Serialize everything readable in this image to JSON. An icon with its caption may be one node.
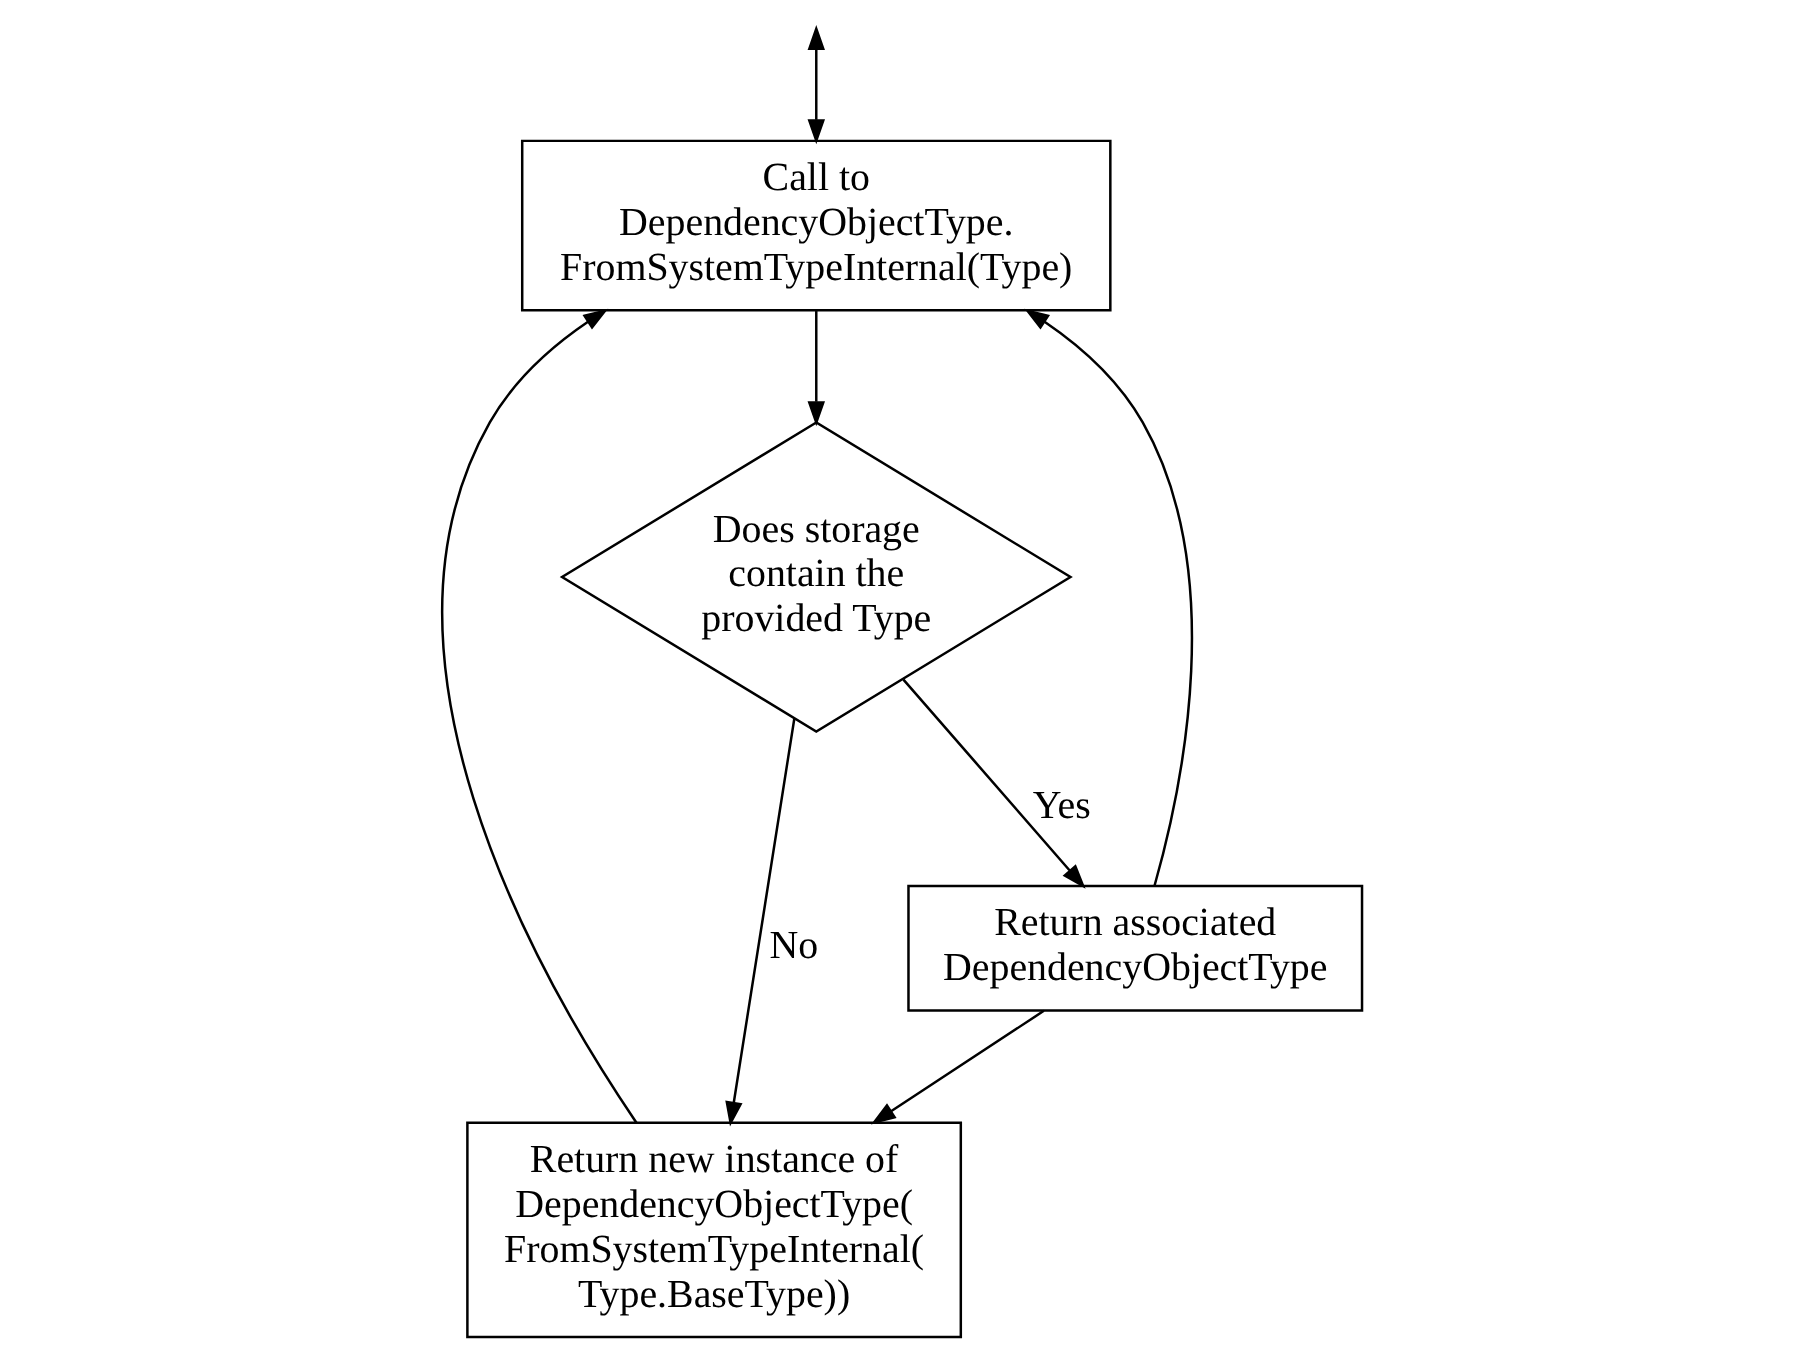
{
  "diagram": {
    "nodes": [
      {
        "text": [
          "Call to DependencyObjectType. FromSystemTypeInternal(Type)"
        ]
      },
      {
        "text": [
          "Does storage contain the provided Type"
        ]
      },
      {
        "text": [
          "Return new instance of DependencyObjectType( FromSystemTypeInternal( Type.BaseType))"
        ]
      },
      {
        "text": [
          "Return associated DependencyObjectType"
        ]
      }
    ],
    "edges": [
      {
        "from": null,
        "to": 0,
        "arrow": "both"
      },
      {
        "from": 0,
        "to": 1,
        "arrow": "to"
      },
      {
        "from": 1,
        "to": 2,
        "arrow": "to",
        "label": "No"
      },
      {
        "from": 1,
        "to": 3,
        "arrow": "to",
        "label": "Yes"
      },
      {
        "from": 3,
        "to": 0,
        "arrow": "to"
      },
      {
        "from": 3,
        "to": 2,
        "arrow": "to"
      },
      {
        "from": 2,
        "to": 0,
        "arrow": "to"
      }
    ]
  }
}
